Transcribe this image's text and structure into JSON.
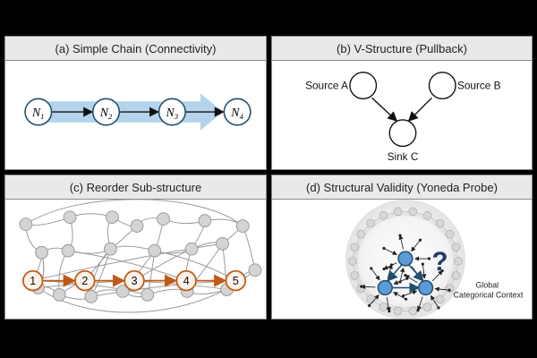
{
  "panels": {
    "a": {
      "title": "(a) Simple Chain (Connectivity)",
      "nodes": [
        {
          "main": "N",
          "sub": "1"
        },
        {
          "main": "N",
          "sub": "2"
        },
        {
          "main": "N",
          "sub": "3"
        },
        {
          "main": "N",
          "sub": "4"
        }
      ]
    },
    "b": {
      "title": "(b) V-Structure (Pullback)",
      "source_a": "Source A",
      "source_b": "Source B",
      "sink": "Sink C"
    },
    "c": {
      "title": "(c) Reorder Sub-structure",
      "chain_nodes": [
        "1",
        "2",
        "3",
        "4",
        "5"
      ]
    },
    "d": {
      "title": "(d) Structural Validity (Yoneda Probe)",
      "question_mark": "?",
      "context_label_line1": "Global",
      "context_label_line2": "Categorical Context"
    }
  },
  "colors": {
    "node_stroke": "#1f4f6b",
    "chain_orange": "#c05a14",
    "probe_blue": "#5b9bd5",
    "highlight_band": "#a8cce8",
    "gray_nodes": "#cfcfcf"
  }
}
